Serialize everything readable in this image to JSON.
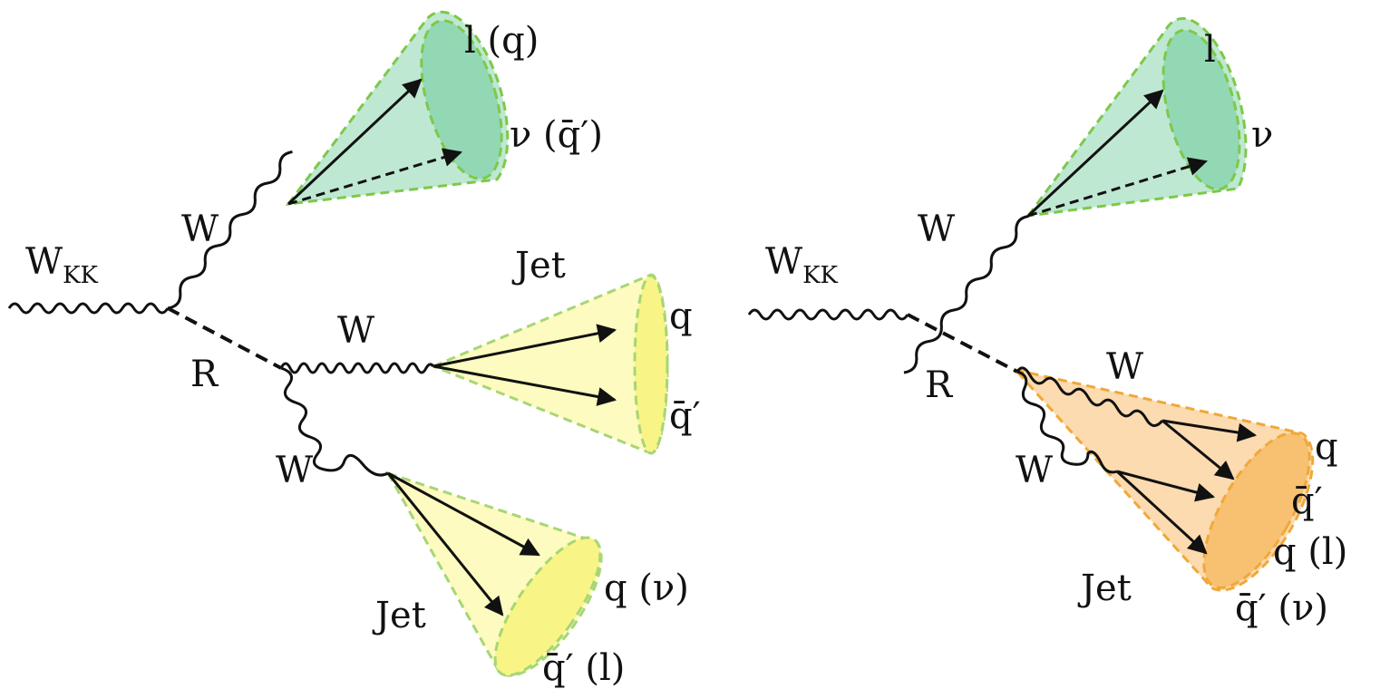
{
  "left_diagram": {
    "initial_particle": {
      "main": "W",
      "sub": "KK"
    },
    "w_upper": "W",
    "resonance": "R",
    "w_mid": "W",
    "w_lower": "W",
    "lep_cone": {
      "label_1": "l (q)",
      "label_2": "ν (q̄′)"
    },
    "jet_cone_1": {
      "title": "Jet",
      "label_1": "q",
      "label_2": "q̄′"
    },
    "jet_cone_2": {
      "title": "Jet",
      "label_1": "q (ν)",
      "label_2": "q̄′ (l)"
    }
  },
  "right_diagram": {
    "initial_particle": {
      "main": "W",
      "sub": "KK"
    },
    "w_upper": "W",
    "resonance": "R",
    "w_merged_1": "W",
    "w_merged_2": "W",
    "lep_cone": {
      "label_1": "l",
      "label_2": "ν"
    },
    "merged_jet": {
      "title": "Jet",
      "label_1": "q",
      "label_2": "q̄′",
      "label_3": "q (l)",
      "label_4": "q̄′ (ν)"
    }
  },
  "colors": {
    "green_fill": "#bfe8d2",
    "green_ellipse": "#93d8b4",
    "green_dash": "#7cc94a",
    "yellow_fill": "#fdfbbf",
    "yellow_ellipse": "#f8f486",
    "yellow_dash": "#a7d676",
    "orange_fill": "#fbdbaf",
    "orange_ellipse": "#f8c171",
    "orange_dash": "#f0a83a",
    "line": "#111111"
  }
}
